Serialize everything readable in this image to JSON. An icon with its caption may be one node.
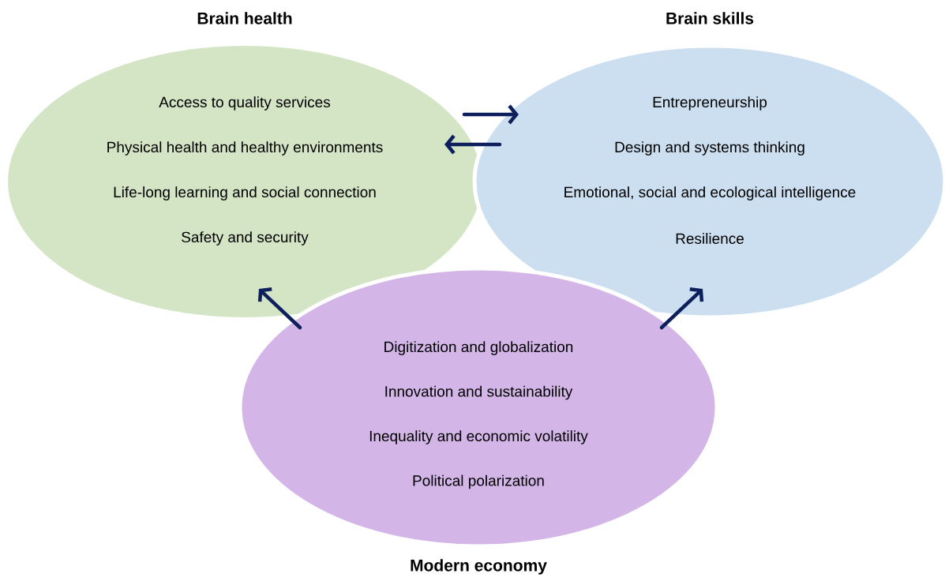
{
  "diagram": {
    "nodes": [
      {
        "text": [
          "Brain health",
          "Access to quality services",
          "Physical health and healthy environments",
          "Life-long learning and social connection",
          "Safety and security"
        ]
      },
      {
        "text": [
          "Brain skills",
          "Entrepreneurship",
          "Design and systems thinking",
          "Emotional, social and ecological intelligence",
          "Resilience"
        ]
      },
      {
        "text": [
          "Digitization and globalization",
          "Innovation and sustainability",
          "Inequality and economic volatility",
          "Political polarization",
          "Modern economy"
        ]
      }
    ],
    "edges": [
      {
        "from": 0,
        "to": 1,
        "arrow": "to"
      },
      {
        "from": 1,
        "to": 0,
        "arrow": "to"
      },
      {
        "from": 2,
        "to": 0,
        "arrow": "to"
      },
      {
        "from": 2,
        "to": 1,
        "arrow": "to"
      }
    ]
  }
}
